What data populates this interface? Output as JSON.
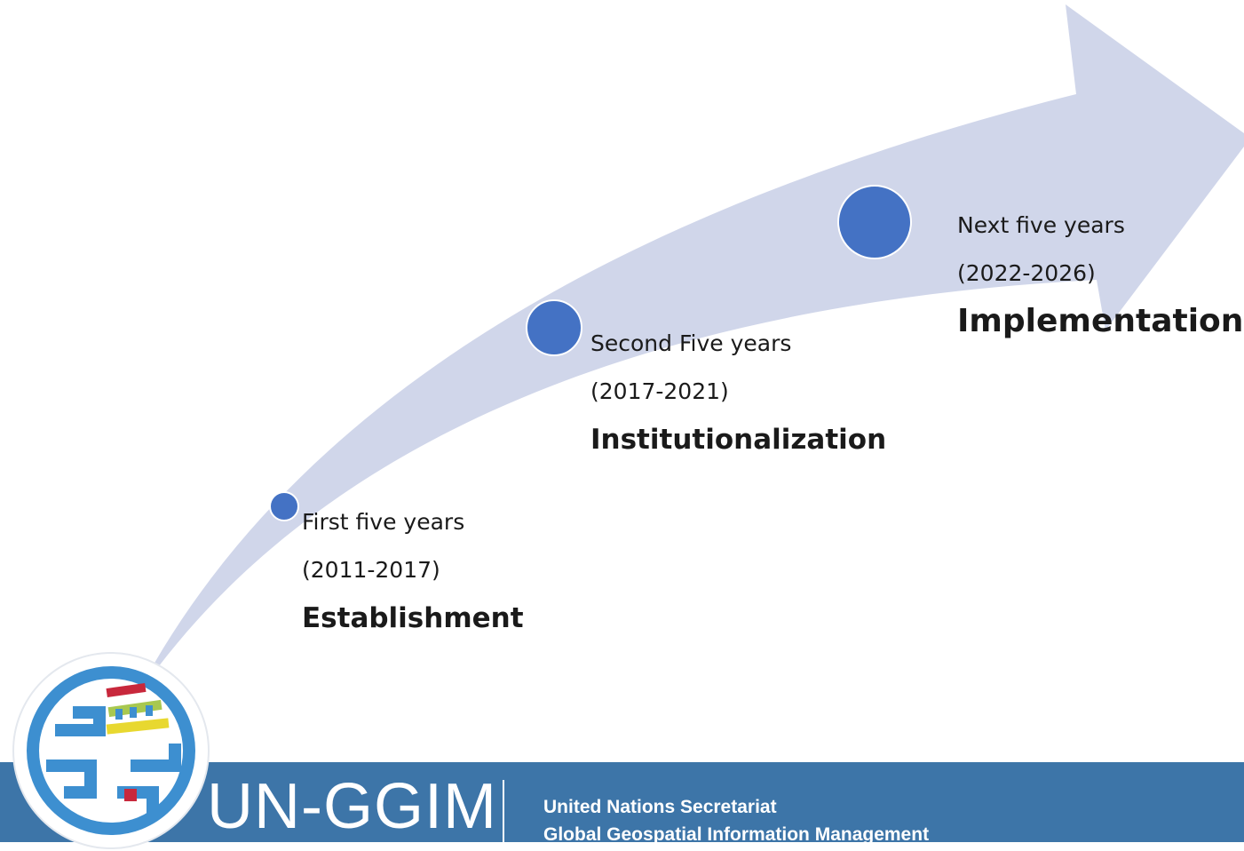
{
  "stages": [
    {
      "period": "First five years",
      "years": "(2011-2017)",
      "phase": "Establishment"
    },
    {
      "period": "Second Five years",
      "years": "(2017-2021)",
      "phase": "Institutionalization"
    },
    {
      "period": "Next five years",
      "years": "(2022-2026)",
      "phase": "Implementation"
    }
  ],
  "banner": {
    "name": "UN-GGIM",
    "org_line1": "United Nations Secretariat",
    "org_line2": "Global Geospatial Information Management"
  },
  "colors": {
    "arrow": "#d0d6ea",
    "dot": "#4472c4",
    "banner": "#3d75a8",
    "logo_ring": "#3d8fd0"
  }
}
